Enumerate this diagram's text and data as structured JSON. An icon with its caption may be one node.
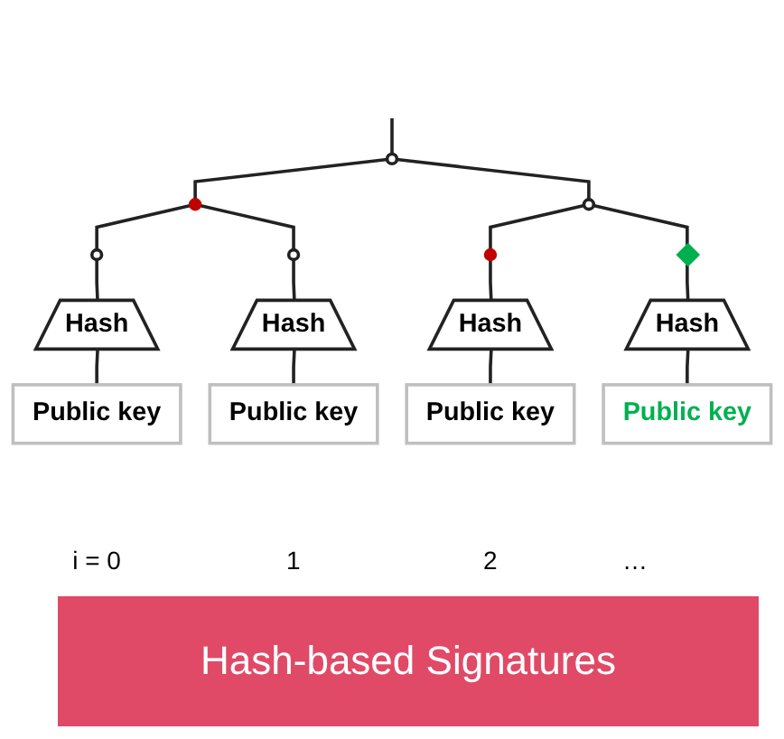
{
  "diagram": {
    "title": "Hash-based Signatures",
    "nodes": [
      {
        "text": [],
        "shape": "circle"
      },
      {
        "text": [],
        "shape": "circle"
      },
      {
        "text": [],
        "shape": "circle"
      },
      {
        "text": [],
        "shape": "circle"
      },
      {
        "text": [],
        "shape": "circle"
      },
      {
        "text": [],
        "shape": "circle"
      },
      {
        "text": [],
        "shape": "diamond"
      },
      {
        "text": [
          "Hash"
        ]
      },
      {
        "text": [
          "Hash"
        ]
      },
      {
        "text": [
          "Hash"
        ]
      },
      {
        "text": [
          "Hash"
        ]
      },
      {
        "text": [
          "Public key"
        ]
      },
      {
        "text": [
          "Public key"
        ]
      },
      {
        "text": [
          "Public key"
        ]
      },
      {
        "text": [
          "Public key"
        ]
      }
    ],
    "edges": [
      {
        "from": 0,
        "to": null,
        "arrow": "none"
      },
      {
        "from": 0,
        "to": 1,
        "arrow": "none"
      },
      {
        "from": 0,
        "to": 2,
        "arrow": "none"
      },
      {
        "from": 1,
        "to": 3,
        "arrow": "none"
      },
      {
        "from": 1,
        "to": 4,
        "arrow": "none"
      },
      {
        "from": 2,
        "to": 5,
        "arrow": "none"
      },
      {
        "from": 2,
        "to": 6,
        "arrow": "none"
      },
      {
        "from": 3,
        "to": 7,
        "arrow": "none"
      },
      {
        "from": 4,
        "to": 8,
        "arrow": "none"
      },
      {
        "from": 5,
        "to": 9,
        "arrow": "none"
      },
      {
        "from": 6,
        "to": 10,
        "arrow": "none"
      },
      {
        "from": 7,
        "to": 11,
        "arrow": "none"
      },
      {
        "from": 8,
        "to": 12,
        "arrow": "none"
      },
      {
        "from": 9,
        "to": 13,
        "arrow": "none"
      },
      {
        "from": 10,
        "to": 14,
        "arrow": "none"
      }
    ],
    "labels": [
      "i = 0",
      "1",
      "2",
      "…"
    ]
  }
}
